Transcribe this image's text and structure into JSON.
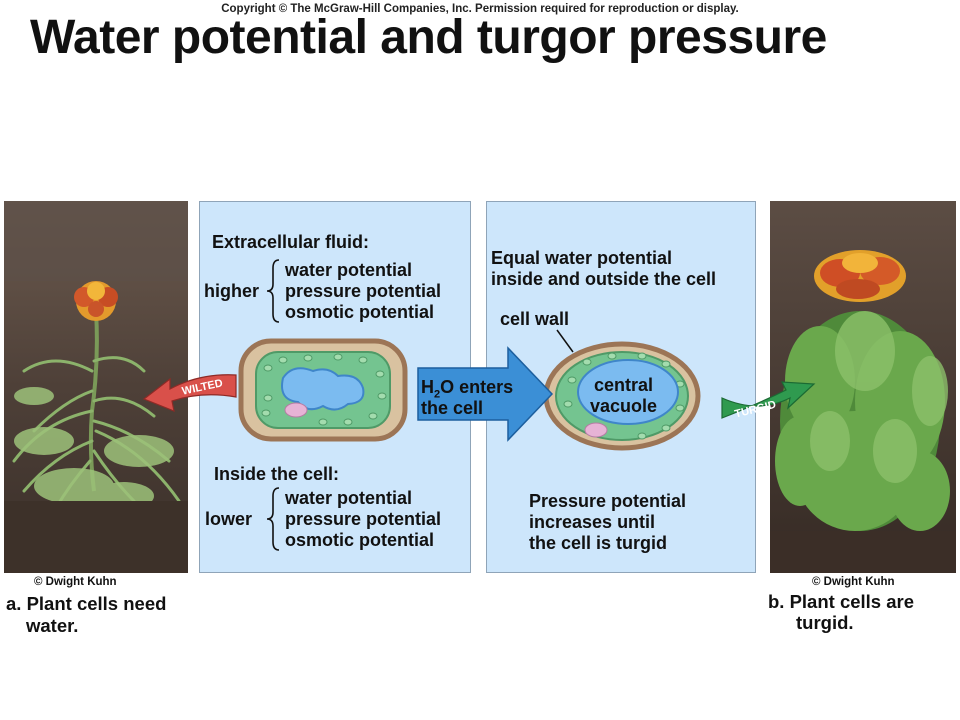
{
  "copyright": "Copyright © The McGraw-Hill Companies, Inc. Permission required for reproduction or display.",
  "title": "Water potential and turgor pressure",
  "left_panel": {
    "heading_top": "Extracellular fluid:",
    "brace_top_label": "higher",
    "top_items": [
      "water potential",
      "pressure potential",
      "osmotic potential"
    ],
    "heading_bottom": "Inside the cell:",
    "brace_bottom_label": "lower",
    "bottom_items": [
      "water potential",
      "pressure potential",
      "osmotic potential"
    ]
  },
  "right_panel": {
    "heading_line1": "Equal water potential",
    "heading_line2": "inside and outside the cell",
    "cell_wall_label": "cell wall",
    "vacuole_line1": "central",
    "vacuole_line2": "vacuole",
    "bottom_line1": "Pressure potential",
    "bottom_line2": "increases until",
    "bottom_line3": "the cell is turgid"
  },
  "arrow": {
    "h": "H",
    "sub": "2",
    "rest": "O enters",
    "line2": "the cell"
  },
  "wilted_label": "WILTED",
  "turgid_label": "TURGID",
  "credit_left": "© Dwight Kuhn",
  "credit_right": "© Dwight Kuhn",
  "caption_left_line1": "a. Plant cells need",
  "caption_left_line2": "water.",
  "caption_right_line1": "b. Plant cells are",
  "caption_right_line2": "turgid.",
  "colors": {
    "panel_bg": "#cde6fb",
    "arrow_blue": "#3b8fd6",
    "wilted_red": "#d9504a",
    "turgid_green": "#2f9a4f",
    "cell_wall": "#b08a6a",
    "cytoplasm": "#6fc18a",
    "vacuole": "#74b7ee"
  }
}
